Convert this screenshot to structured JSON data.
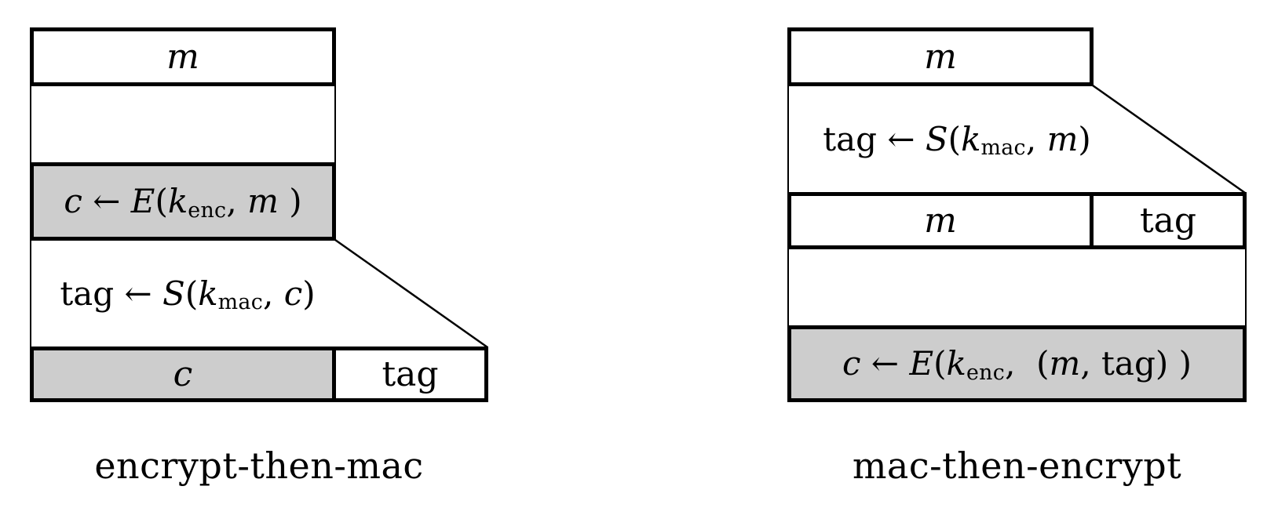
{
  "colors": {
    "ink": "#000000",
    "shaded_fill": "#cdcdcd",
    "background": "#ffffff"
  },
  "left": {
    "caption": "encrypt-then-mac",
    "message_label": "m",
    "encrypt_step": [
      {
        "t": "c",
        "i": true
      },
      {
        "t": " ← "
      },
      {
        "t": "E",
        "i": true
      },
      {
        "t": "("
      },
      {
        "t": "k",
        "i": true
      },
      {
        "t": "enc",
        "sub": true
      },
      {
        "t": ", "
      },
      {
        "t": "m",
        "i": true
      },
      {
        "t": " )"
      }
    ],
    "mac_step": [
      {
        "t": "tag ← "
      },
      {
        "t": "S",
        "i": true
      },
      {
        "t": "("
      },
      {
        "t": "k",
        "i": true
      },
      {
        "t": "mac",
        "sub": true
      },
      {
        "t": ", "
      },
      {
        "t": "c",
        "i": true
      },
      {
        "t": ")"
      }
    ],
    "output_cipher_label": "c",
    "output_tag_label": "tag"
  },
  "right": {
    "caption": "mac-then-encrypt",
    "message_label": "m",
    "mac_step": [
      {
        "t": "tag ← "
      },
      {
        "t": "S",
        "i": true
      },
      {
        "t": "("
      },
      {
        "t": "k",
        "i": true
      },
      {
        "t": "mac",
        "sub": true
      },
      {
        "t": ", "
      },
      {
        "t": "m",
        "i": true
      },
      {
        "t": ")"
      }
    ],
    "concat_message_label": "m",
    "concat_tag_label": "tag",
    "encrypt_step": [
      {
        "t": "c",
        "i": true
      },
      {
        "t": " ← "
      },
      {
        "t": "E",
        "i": true
      },
      {
        "t": "("
      },
      {
        "t": "k",
        "i": true
      },
      {
        "t": "enc",
        "sub": true
      },
      {
        "t": ",  ("
      },
      {
        "t": "m",
        "i": true
      },
      {
        "t": ", tag) )"
      }
    ]
  }
}
